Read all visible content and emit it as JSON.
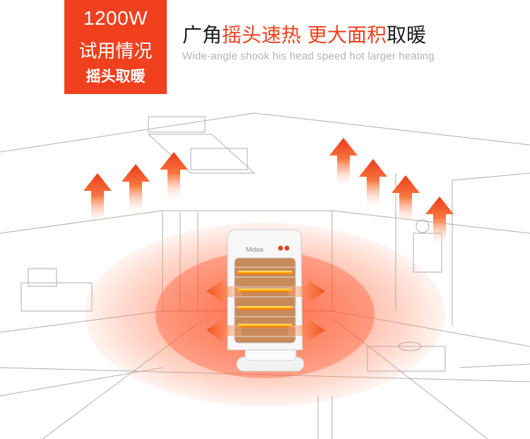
{
  "badge": {
    "power": "1200W",
    "trial": "试用情况",
    "feature": "摇头取暖"
  },
  "headline": {
    "part1": "广角",
    "part2": "摇头速热",
    "part3": "更大面积",
    "part4": "取暖"
  },
  "subtitle": "Wide-angle shook his head speed hot larger heating",
  "heater": {
    "brand": "Midea"
  },
  "colors": {
    "accent": "#f0401e",
    "glow": "#ff6a3d",
    "arrow": "#f25a22"
  }
}
